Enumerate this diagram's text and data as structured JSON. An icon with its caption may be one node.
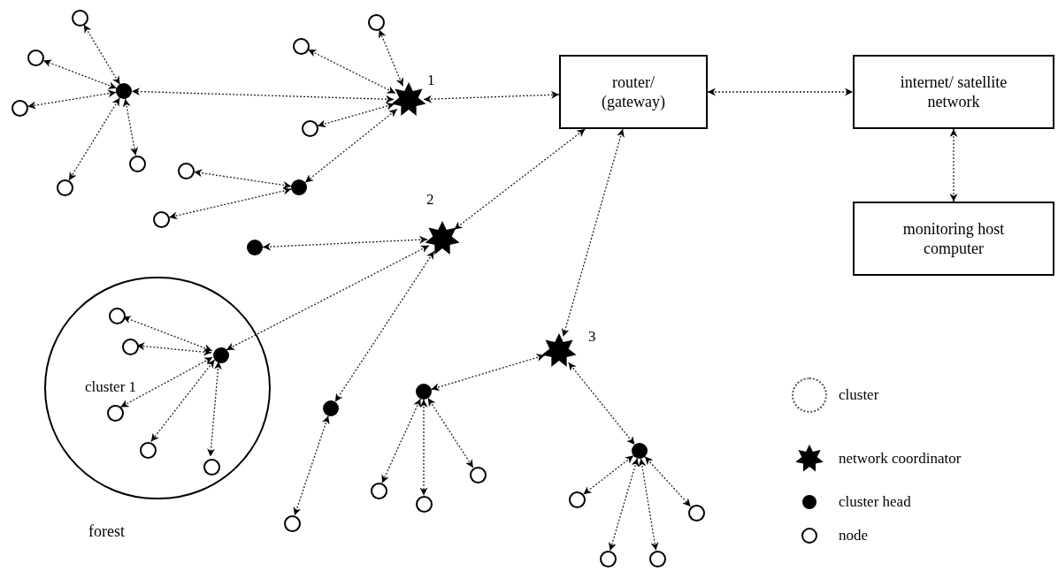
{
  "diagram": {
    "nodes": [
      {
        "text": [
          "router/ (gateway)"
        ]
      },
      {
        "text": [
          "internet/ satellite network"
        ]
      },
      {
        "text": [
          "monitoring host computer"
        ]
      },
      {
        "text": [],
        "shape": "star",
        "beside": [
          "1"
        ]
      },
      {
        "text": [],
        "shape": "star",
        "beside": [
          "2"
        ]
      },
      {
        "text": [],
        "shape": "star",
        "beside": [
          "3"
        ]
      },
      {
        "text": [
          "cluster 1"
        ]
      },
      {
        "text": [],
        "shape": "dot"
      },
      {
        "text": [],
        "shape": "dot"
      },
      {
        "text": [],
        "shape": "dot"
      },
      {
        "text": [],
        "shape": "dot",
        "in": 6
      },
      {
        "text": [],
        "shape": "dot"
      },
      {
        "text": [],
        "shape": "dot"
      },
      {
        "text": [],
        "shape": "dot"
      },
      {
        "text": [],
        "shape": "circle"
      },
      {
        "text": [],
        "shape": "circle"
      },
      {
        "text": [],
        "shape": "circle"
      },
      {
        "text": [],
        "shape": "circle"
      },
      {
        "text": [],
        "shape": "circle"
      },
      {
        "text": [],
        "shape": "circle"
      },
      {
        "text": [],
        "shape": "circle"
      },
      {
        "text": [],
        "shape": "circle"
      },
      {
        "text": [],
        "shape": "circle"
      },
      {
        "text": [],
        "shape": "circle"
      },
      {
        "text": [],
        "shape": "circle",
        "in": 6
      },
      {
        "text": [],
        "shape": "circle",
        "in": 6
      },
      {
        "text": [],
        "shape": "circle",
        "in": 6
      },
      {
        "text": [],
        "shape": "circle",
        "in": 6
      },
      {
        "text": [],
        "shape": "circle",
        "in": 6
      },
      {
        "text": [],
        "shape": "circle"
      },
      {
        "text": [],
        "shape": "circle"
      },
      {
        "text": [],
        "shape": "circle"
      },
      {
        "text": [],
        "shape": "circle"
      },
      {
        "text": [],
        "shape": "circle"
      },
      {
        "text": [],
        "shape": "circle"
      },
      {
        "text": [],
        "shape": "circle"
      },
      {
        "text": [],
        "shape": "circle"
      }
    ],
    "edges": [
      {
        "from": 3,
        "to": 0,
        "arrow": "both"
      },
      {
        "from": 0,
        "to": 1,
        "arrow": "both"
      },
      {
        "from": 1,
        "to": 2,
        "arrow": "both"
      },
      {
        "from": 0,
        "to": 4,
        "arrow": "both"
      },
      {
        "from": 0,
        "to": 5,
        "arrow": "both"
      },
      {
        "from": 3,
        "to": 7,
        "arrow": "both"
      },
      {
        "from": 3,
        "to": 8,
        "arrow": "both"
      },
      {
        "from": 4,
        "to": 9,
        "arrow": "both"
      },
      {
        "from": 4,
        "to": 10,
        "arrow": "both"
      },
      {
        "from": 4,
        "to": 11,
        "arrow": "both"
      },
      {
        "from": 5,
        "to": 12,
        "arrow": "both"
      },
      {
        "from": 5,
        "to": 13,
        "arrow": "both"
      },
      {
        "from": 7,
        "to": 14,
        "arrow": "both"
      },
      {
        "from": 7,
        "to": 15,
        "arrow": "both"
      },
      {
        "from": 7,
        "to": 16,
        "arrow": "both"
      },
      {
        "from": 7,
        "to": 17,
        "arrow": "both"
      },
      {
        "from": 7,
        "to": 18,
        "arrow": "both"
      },
      {
        "from": 3,
        "to": 19,
        "arrow": "both"
      },
      {
        "from": 3,
        "to": 20,
        "arrow": "both"
      },
      {
        "from": 3,
        "to": 21,
        "arrow": "both"
      },
      {
        "from": 8,
        "to": 22,
        "arrow": "both"
      },
      {
        "from": 8,
        "to": 23,
        "arrow": "both"
      },
      {
        "from": 10,
        "to": 24,
        "arrow": "both"
      },
      {
        "from": 10,
        "to": 25,
        "arrow": "both"
      },
      {
        "from": 10,
        "to": 26,
        "arrow": "both"
      },
      {
        "from": 10,
        "to": 27,
        "arrow": "both"
      },
      {
        "from": 10,
        "to": 28,
        "arrow": "both"
      },
      {
        "from": 11,
        "to": 29,
        "arrow": "both"
      },
      {
        "from": 12,
        "to": 30,
        "arrow": "both"
      },
      {
        "from": 12,
        "to": 31,
        "arrow": "both"
      },
      {
        "from": 12,
        "to": 32,
        "arrow": "both"
      },
      {
        "from": 13,
        "to": 33,
        "arrow": "both"
      },
      {
        "from": 13,
        "to": 34,
        "arrow": "both"
      },
      {
        "from": 13,
        "to": 35,
        "arrow": "both"
      },
      {
        "from": 13,
        "to": 36,
        "arrow": "both"
      }
    ],
    "labels": [
      "forest"
    ],
    "legend": [
      {
        "text": "cluster"
      },
      {
        "text": "network coordinator"
      },
      {
        "text": "cluster head"
      },
      {
        "text": "node"
      }
    ]
  }
}
